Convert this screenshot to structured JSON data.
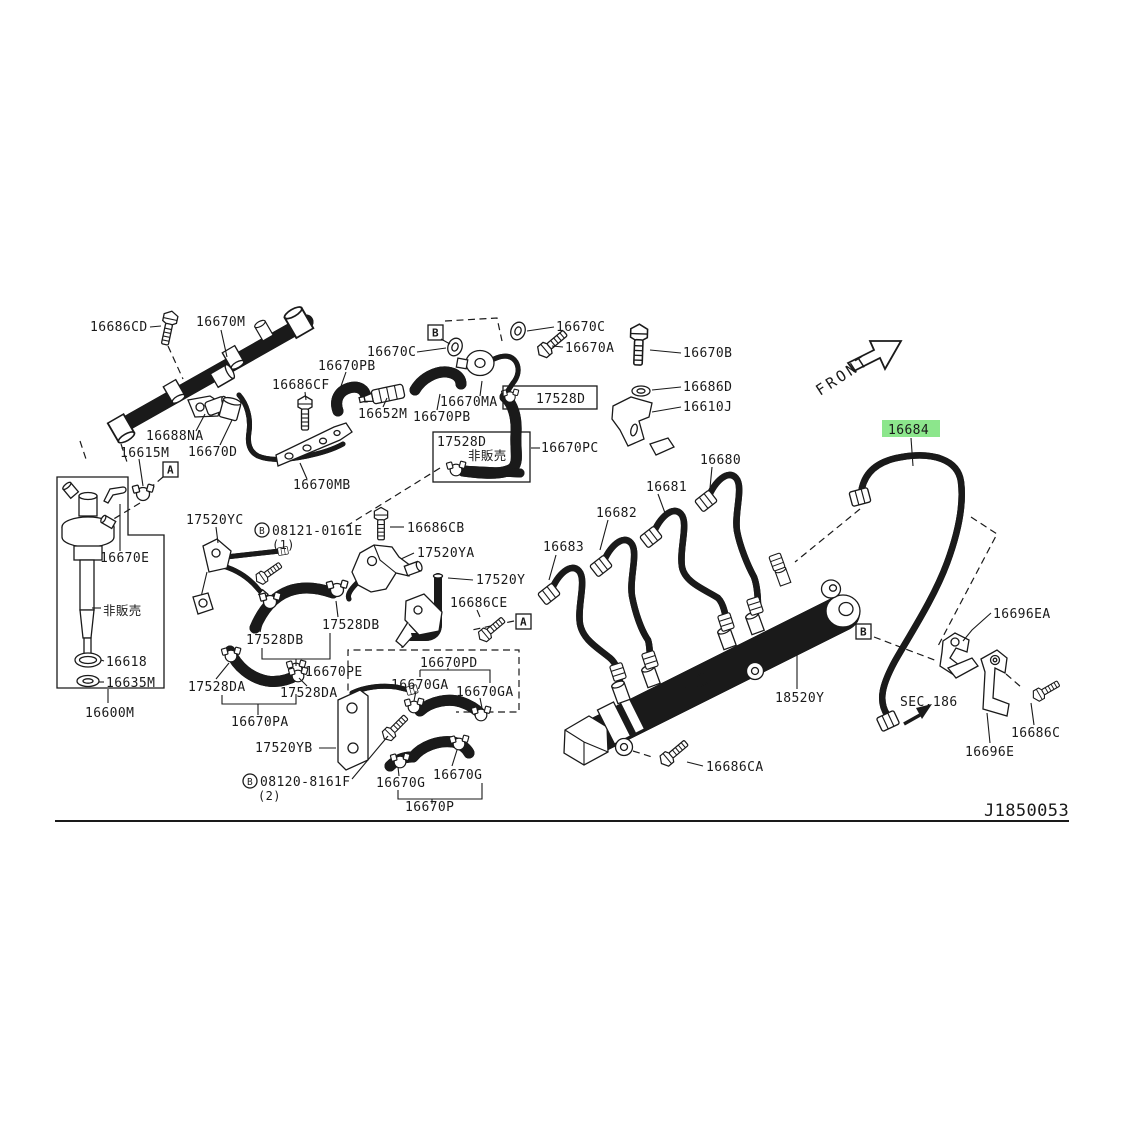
{
  "diagram": {
    "background_color": "#ffffff",
    "line_color": "#1a1a1a",
    "highlight_color": "#8CE68C",
    "labels": [
      {
        "id": "16686CD",
        "text": "16686CD"
      },
      {
        "id": "16670M",
        "text": "16670M"
      },
      {
        "id": "16670PB-top",
        "text": "16670PB"
      },
      {
        "id": "16686CF",
        "text": "16686CF"
      },
      {
        "id": "16688NA",
        "text": "16688NA"
      },
      {
        "id": "16670D",
        "text": "16670D"
      },
      {
        "id": "16615M",
        "text": "16615M"
      },
      {
        "id": "16670MB",
        "text": "16670MB"
      },
      {
        "id": "16670C-left",
        "text": "16670C"
      },
      {
        "id": "16670C-right",
        "text": "16670C"
      },
      {
        "id": "16670A",
        "text": "16670A"
      },
      {
        "id": "16652M",
        "text": "16652M"
      },
      {
        "id": "16670MA",
        "text": "16670MA"
      },
      {
        "id": "16670PB-bottom",
        "text": "16670PB"
      },
      {
        "id": "17528D-boxed",
        "text": "17528D"
      },
      {
        "id": "17528D-note",
        "text": "17528D"
      },
      {
        "id": "not-sold-note-mid",
        "text": "非販売"
      },
      {
        "id": "16670PC",
        "text": "16670PC"
      },
      {
        "id": "16670B",
        "text": "16670B"
      },
      {
        "id": "16686D",
        "text": "16686D"
      },
      {
        "id": "16610J",
        "text": "16610J"
      },
      {
        "id": "17520YC",
        "text": "17520YC"
      },
      {
        "id": "bolt-spec-1",
        "text": "08121-0161E"
      },
      {
        "id": "bolt-spec-1-qty",
        "text": "(1)"
      },
      {
        "id": "16686CB",
        "text": "16686CB"
      },
      {
        "id": "17520YA",
        "text": "17520YA"
      },
      {
        "id": "17520Y",
        "text": "17520Y"
      },
      {
        "id": "16686CE",
        "text": "16686CE"
      },
      {
        "id": "17528DB-right",
        "text": "17528DB"
      },
      {
        "id": "17528DB-left",
        "text": "17528DB"
      },
      {
        "id": "16670PE",
        "text": "16670PE"
      },
      {
        "id": "16670PD",
        "text": "16670PD"
      },
      {
        "id": "16670E",
        "text": "16670E"
      },
      {
        "id": "not-sold-note-left",
        "text": "非販売"
      },
      {
        "id": "16618",
        "text": "16618"
      },
      {
        "id": "16635M",
        "text": "16635M"
      },
      {
        "id": "16600M",
        "text": "16600M"
      },
      {
        "id": "16683",
        "text": "16683"
      },
      {
        "id": "16682",
        "text": "16682"
      },
      {
        "id": "16681",
        "text": "16681"
      },
      {
        "id": "16680",
        "text": "16680"
      },
      {
        "id": "16684-highlighted",
        "text": "16684"
      },
      {
        "id": "16696EA",
        "text": "16696EA"
      },
      {
        "id": "section-ref",
        "text": "SEC.186"
      },
      {
        "id": "16696E",
        "text": "16696E"
      },
      {
        "id": "16686C",
        "text": "16686C"
      },
      {
        "id": "18520Y",
        "text": "18520Y"
      },
      {
        "id": "16686CA",
        "text": "16686CA"
      },
      {
        "id": "17528DA-left",
        "text": "17528DA"
      },
      {
        "id": "17528DA-right",
        "text": "17528DA"
      },
      {
        "id": "16670GA-left",
        "text": "16670GA"
      },
      {
        "id": "16670GA-right",
        "text": "16670GA"
      },
      {
        "id": "16670PA",
        "text": "16670PA"
      },
      {
        "id": "17520YB",
        "text": "17520YB"
      },
      {
        "id": "bolt-spec-2",
        "text": "08120-8161F"
      },
      {
        "id": "bolt-spec-2-qty",
        "text": "(2)"
      },
      {
        "id": "16670G-left",
        "text": "16670G"
      },
      {
        "id": "16670G-right",
        "text": "16670G"
      },
      {
        "id": "16670P",
        "text": "16670P"
      },
      {
        "id": "drawing-number",
        "text": "J1850053"
      },
      {
        "id": "front-direction",
        "text": "FRONT"
      }
    ],
    "callouts": [
      {
        "letter": "A"
      },
      {
        "letter": "B"
      },
      {
        "letter": "A"
      },
      {
        "letter": "B"
      },
      {
        "letter": "B"
      },
      {
        "letter": "B"
      }
    ]
  }
}
